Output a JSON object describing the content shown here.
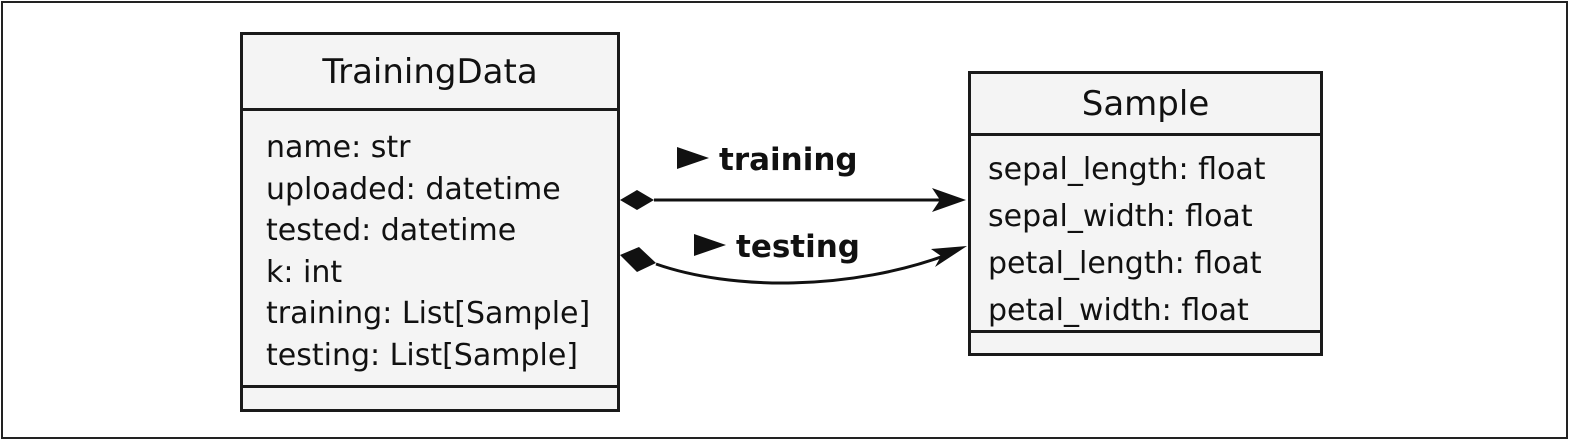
{
  "classes": {
    "training_data": {
      "name": "TrainingData",
      "attributes": [
        "name: str",
        "uploaded: datetime",
        "tested: datetime",
        "k: int",
        "training: List[Sample]",
        "testing: List[Sample]"
      ]
    },
    "sample": {
      "name": "Sample",
      "attributes": [
        "sepal_length: float",
        "sepal_width: float",
        "petal_length: float",
        "petal_width: float"
      ]
    }
  },
  "associations": [
    {
      "label": "training",
      "from": "TrainingData",
      "to": "Sample",
      "kind": "composition"
    },
    {
      "label": "testing",
      "from": "TrainingData",
      "to": "Sample",
      "kind": "composition"
    }
  ],
  "colors": {
    "class_fill": "#f4f4f4",
    "stroke": "#1a1a1a"
  }
}
